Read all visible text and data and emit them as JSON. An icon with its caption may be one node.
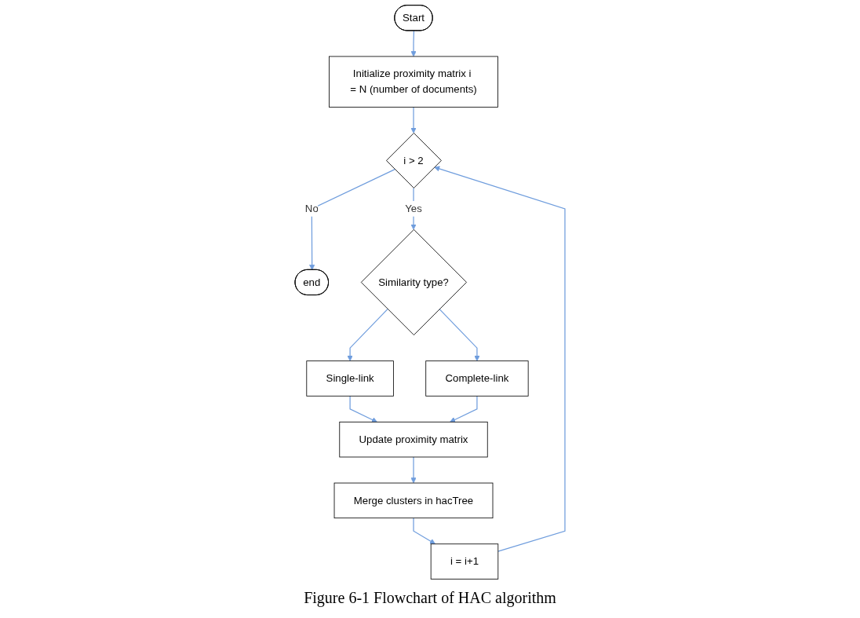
{
  "diagram": {
    "caption": "Figure 6-1 Flowchart of HAC algorithm",
    "nodes": [
      {
        "text": [
          "Start"
        ]
      },
      {
        "text": [
          "Initialize proximity matrix i = N (number of documents)"
        ]
      },
      {
        "text": [
          "i > 2"
        ]
      },
      {
        "text": [
          "end"
        ]
      },
      {
        "text": [
          "Similarity type?"
        ]
      },
      {
        "text": [
          "Single-link"
        ]
      },
      {
        "text": [
          "Complete-link"
        ]
      },
      {
        "text": [
          "Update proximity matrix"
        ]
      },
      {
        "text": [
          "Merge clusters in hacTree"
        ]
      },
      {
        "text": [
          "i = i+1"
        ]
      }
    ],
    "edges": [
      {
        "from": 0,
        "to": 1,
        "arrow": "to"
      },
      {
        "from": 1,
        "to": 2,
        "arrow": "to"
      },
      {
        "from": 2,
        "to": 3,
        "arrow": "to",
        "label": "No"
      },
      {
        "from": 2,
        "to": 4,
        "arrow": "to",
        "label": "Yes"
      },
      {
        "from": 4,
        "to": 5,
        "arrow": "to"
      },
      {
        "from": 4,
        "to": 6,
        "arrow": "to"
      },
      {
        "from": 5,
        "to": 7,
        "arrow": "to"
      },
      {
        "from": 6,
        "to": 7,
        "arrow": "to"
      },
      {
        "from": 7,
        "to": 8,
        "arrow": "to"
      },
      {
        "from": 8,
        "to": 9,
        "arrow": "to"
      },
      {
        "from": 9,
        "to": 2,
        "arrow": "to"
      }
    ]
  }
}
